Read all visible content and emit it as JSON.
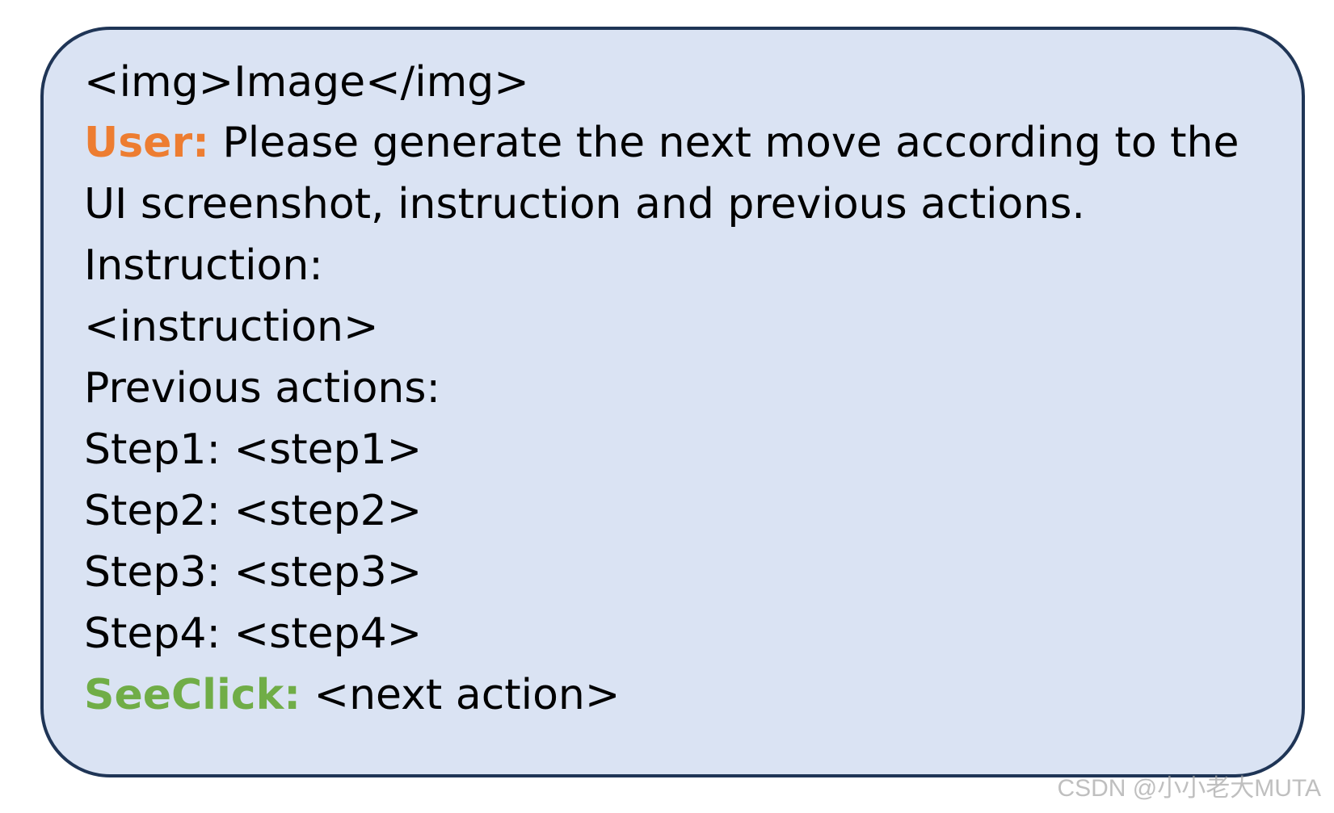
{
  "colors": {
    "panel_background": "#dae3f3",
    "panel_border": "#1f3556",
    "user_label": "#ed7d31",
    "seeclick_label": "#70ad47",
    "text": "#000000"
  },
  "prompt": {
    "image_line": "<img>Image</img>",
    "user_label": "User:",
    "user_text_line1": " Please generate the next move according to the",
    "user_text_line2": "UI screenshot, instruction and previous actions.",
    "instruction_label": "Instruction:",
    "instruction_value": "<instruction>",
    "previous_actions_label": "Previous actions:",
    "steps": [
      "Step1: <step1>",
      "Step2: <step2>",
      "Step3: <step3>",
      "Step4: <step4>"
    ],
    "seeclick_label": "SeeClick:",
    "seeclick_text": " <next action>"
  },
  "watermark": "CSDN @小小老大MUTA"
}
